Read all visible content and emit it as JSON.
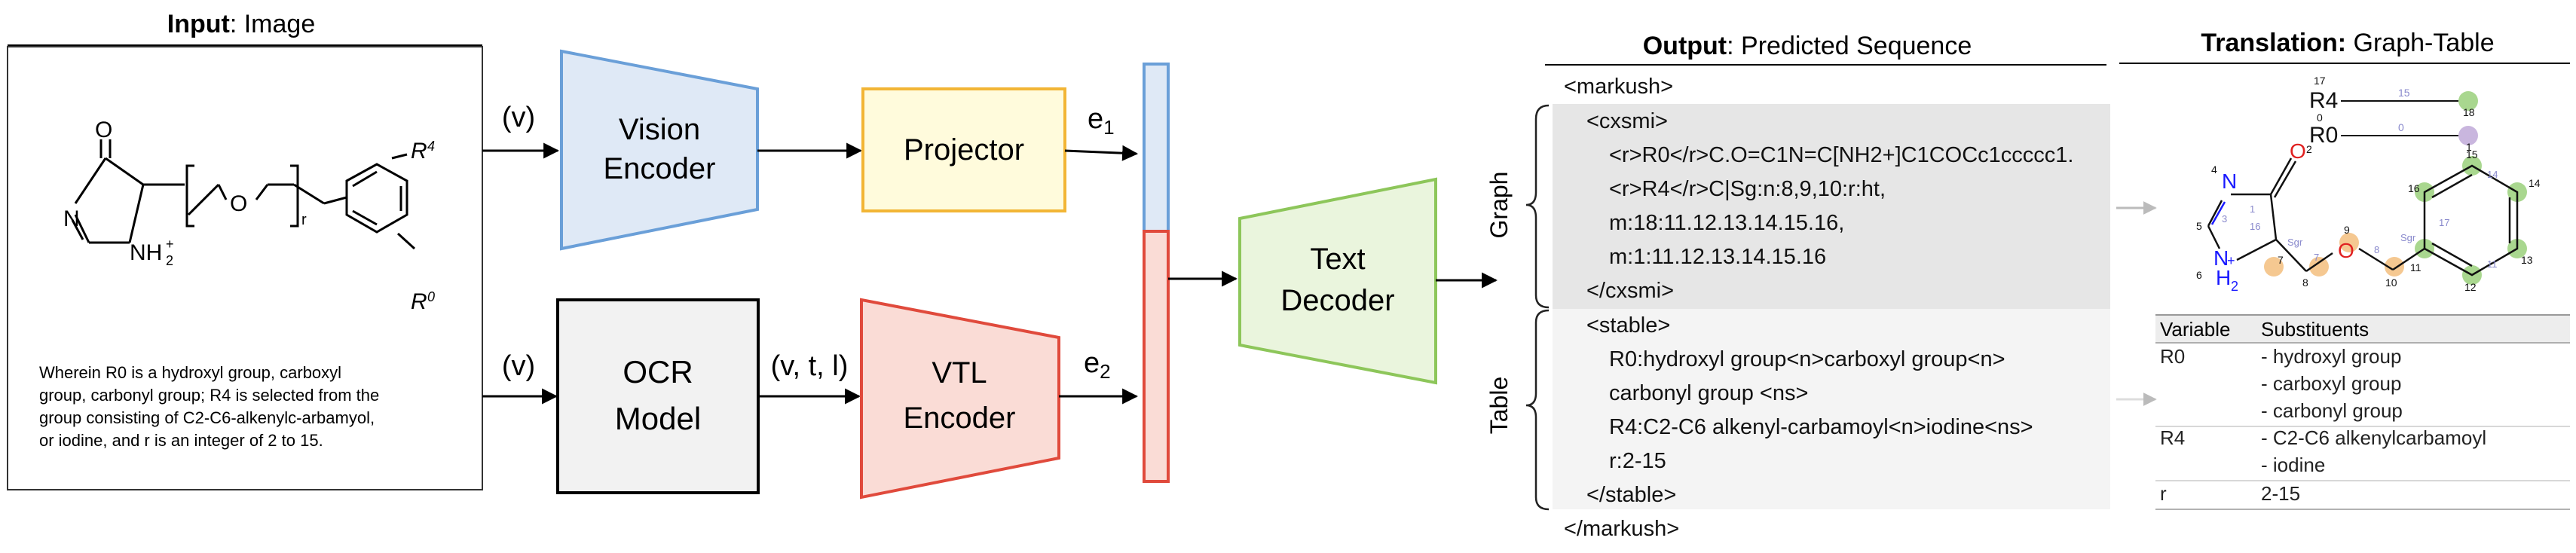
{
  "input": {
    "heading_bold": "Input",
    "heading_rest": ": Image",
    "caption_lines": [
      "Wherein R0 is a hydroxyl group, carboxyl",
      "group, carbonyl group; R4 is selected from the",
      "group consisting of C2-C6-alkenylc-arbamyol,",
      "or iodine, and r is an integer of 2 to 15."
    ]
  },
  "pipeline": {
    "arrow_v_top": "(v)",
    "arrow_v_bottom": "(v)",
    "arrow_vtl": "(v, t, l)",
    "vision_encoder": [
      "Vision",
      "Encoder"
    ],
    "projector": "Projector",
    "ocr_model": [
      "OCR",
      "Model"
    ],
    "vtl_encoder": [
      "VTL",
      "Encoder"
    ],
    "text_decoder": [
      "Text",
      "Decoder"
    ],
    "e1_base": "e",
    "e1_sub": "1",
    "e2_base": "e",
    "e2_sub": "2"
  },
  "output": {
    "heading_bold": "Output",
    "heading_rest": ": Predicted Sequence",
    "graph_label": "Graph",
    "table_label": "Table",
    "lines": [
      "<markush>",
      "<cxsmi>",
      "<r>R0</r>C.O=C1N=C[NH2+]C1COCc1ccccc1.",
      "<r>R4</r>C|Sg:n:8,9,10:r:ht,",
      "m:18:11.12.13.14.15.16,",
      "m:1:11.12.13.14.15.16",
      "</cxsmi>",
      "<stable>",
      "R0:hydroxyl group<n>carboxyl group<n>",
      "carbonyl group <ns>",
      "R4:C2-C6 alkenyl-carbamoyl<n>iodine<ns>",
      "r:2-15",
      "</stable>",
      "</markush>"
    ]
  },
  "translation": {
    "heading_bold": "Translation:",
    "heading_rest": " Graph-Table",
    "table_headers": [
      "Variable",
      "Substituents"
    ],
    "rows": [
      {
        "variable": "R0",
        "substituents": [
          "- hydroxyl group",
          "- carboxyl group",
          "- carbonyl group"
        ]
      },
      {
        "variable": "R4",
        "substituents": [
          "- C2-C6 alkenylcarbamoyl",
          "- iodine"
        ]
      },
      {
        "variable": "r",
        "substituents": [
          "2-15"
        ]
      }
    ]
  },
  "colors": {
    "vision_encoder": "#6a9fd8",
    "projector": "#f2b535",
    "vtl_encoder": "#e04a3c",
    "text_decoder": "#8dc65a",
    "graph_bg": "#e6e6e6",
    "table_bg": "#f4f4f4",
    "atom_blue": "#1a1aff",
    "atom_red": "#e02020"
  }
}
